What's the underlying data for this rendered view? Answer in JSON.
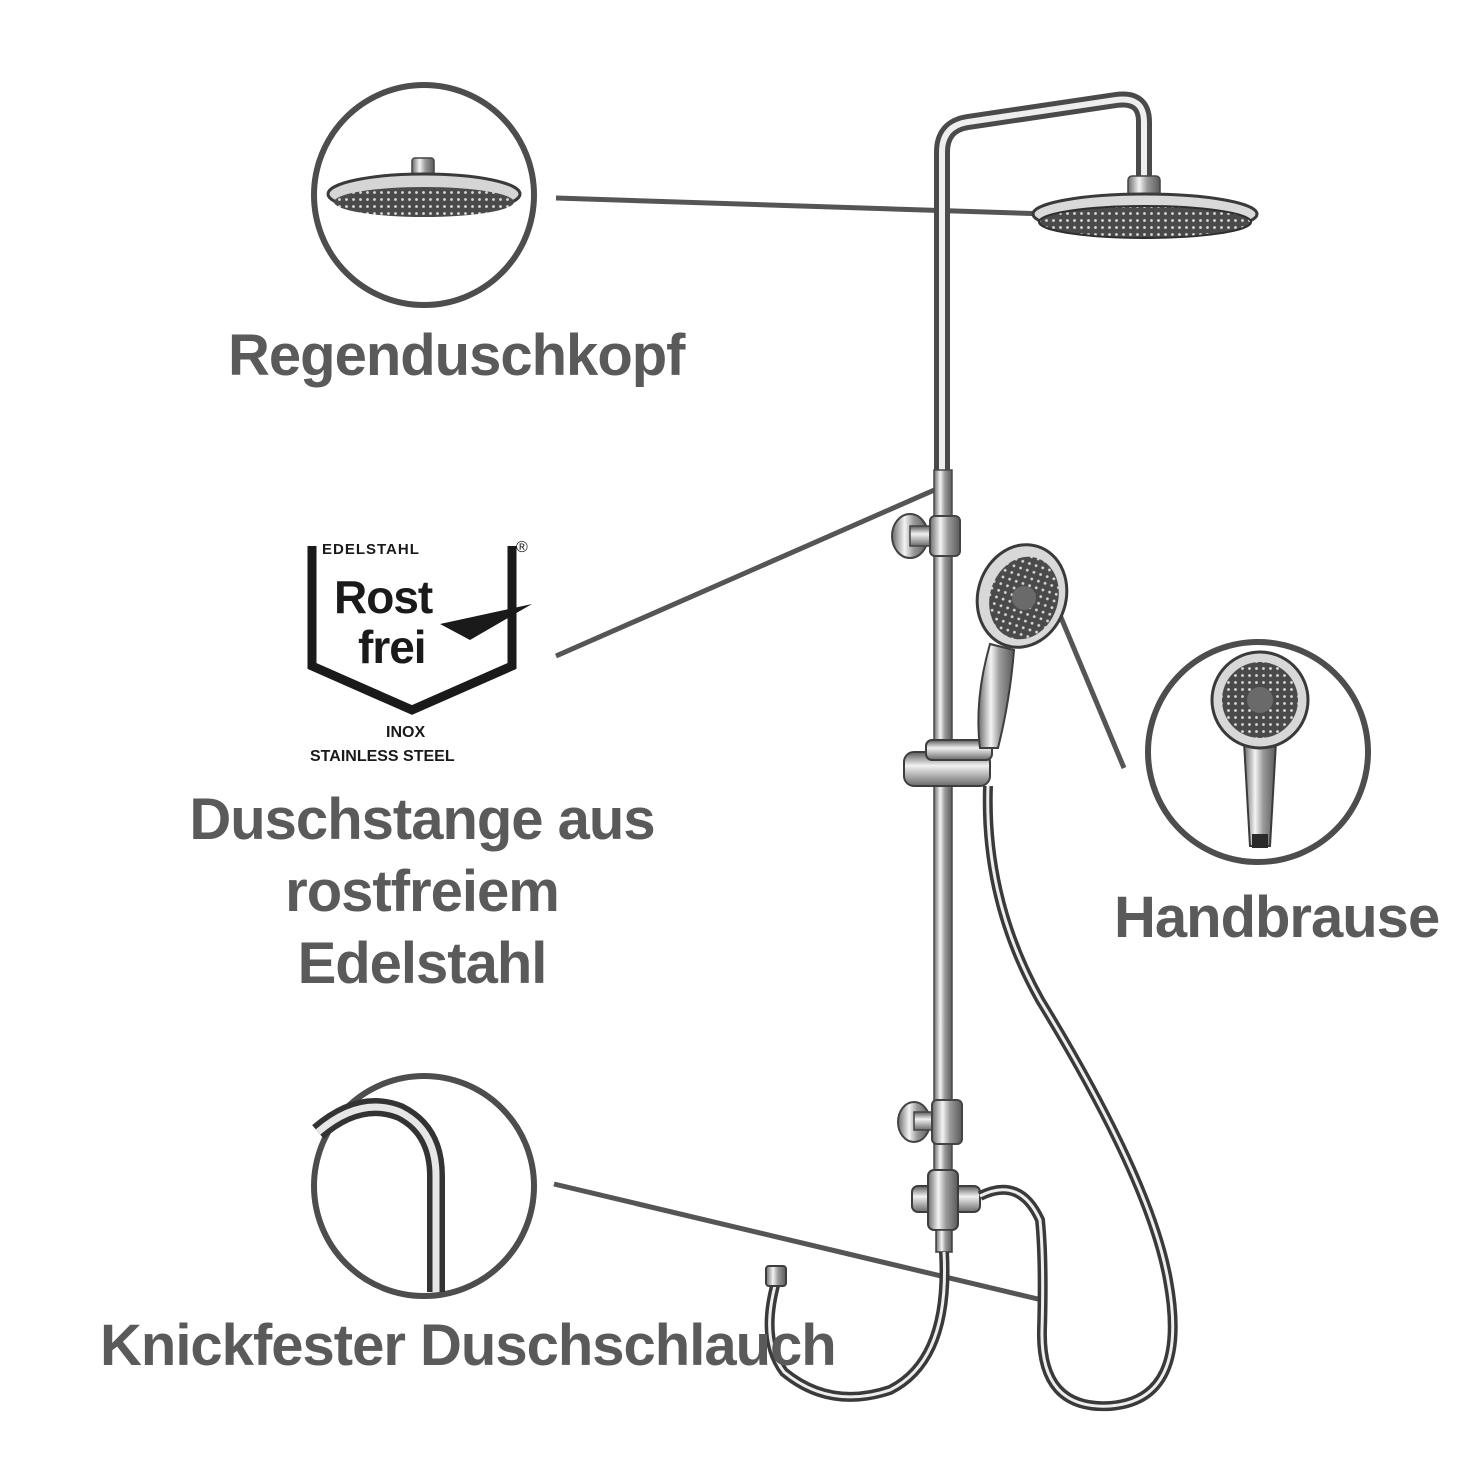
{
  "callouts": {
    "rain_shower": "Regenduschkopf",
    "shower_rod_line1": "Duschstange aus rostfreiem",
    "shower_rod_line2": "Edelstahl",
    "hand_shower": "Handbrause",
    "hose": "Knickfester Duschschlauch"
  },
  "logo": {
    "top": "EDELSTAHL",
    "registered": "®",
    "word1": "Rost",
    "word2": "frei",
    "line1": "INOX",
    "line2": "STAINLESS STEEL"
  },
  "colors": {
    "label_text": "#5a5a5a",
    "circle_stroke": "#4d4d4d",
    "leader_line": "#555555",
    "chrome_dark": "#3a3a3a",
    "chrome_light": "#e8e8e8"
  }
}
